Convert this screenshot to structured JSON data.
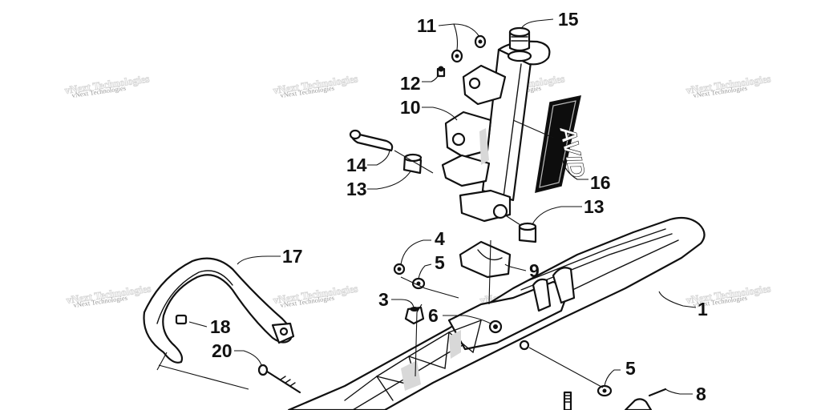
{
  "watermark": {
    "text": "vNext Technologies"
  },
  "callouts": [
    {
      "id": "11",
      "label": "11"
    },
    {
      "id": "15",
      "label": "15"
    },
    {
      "id": "12",
      "label": "12"
    },
    {
      "id": "10",
      "label": "10"
    },
    {
      "id": "14",
      "label": "14"
    },
    {
      "id": "13a",
      "label": "13"
    },
    {
      "id": "16",
      "label": "16"
    },
    {
      "id": "13b",
      "label": "13"
    },
    {
      "id": "4",
      "label": "4"
    },
    {
      "id": "5a",
      "label": "5"
    },
    {
      "id": "9",
      "label": "9"
    },
    {
      "id": "17",
      "label": "17"
    },
    {
      "id": "3",
      "label": "3"
    },
    {
      "id": "6",
      "label": "6"
    },
    {
      "id": "1",
      "label": "1"
    },
    {
      "id": "18",
      "label": "18"
    },
    {
      "id": "20",
      "label": "20"
    },
    {
      "id": "5b",
      "label": "5"
    },
    {
      "id": "8",
      "label": "8"
    }
  ],
  "decal": {
    "text": "AVID"
  }
}
